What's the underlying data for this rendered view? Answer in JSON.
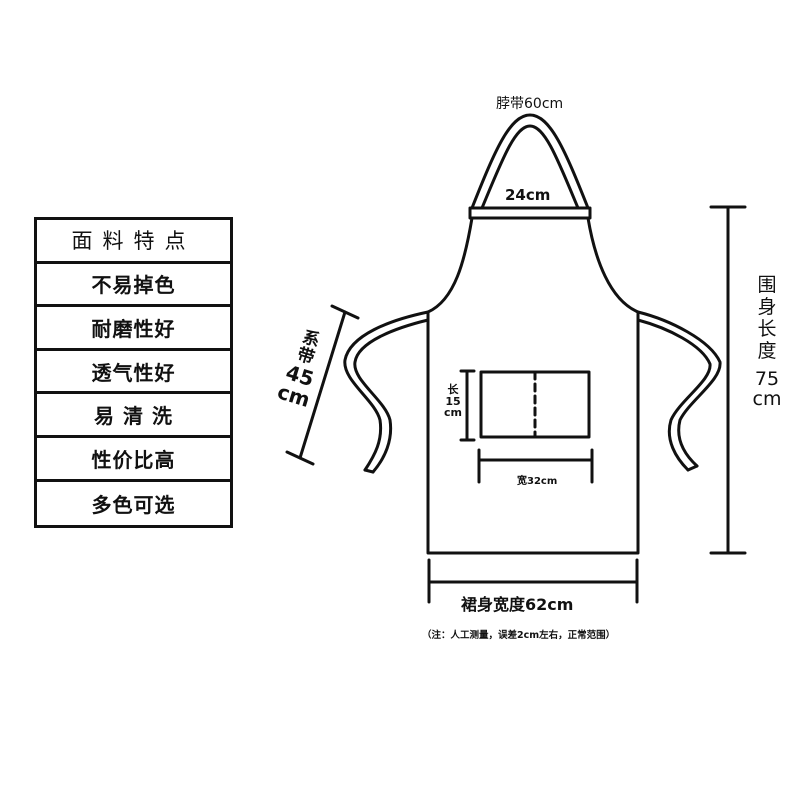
{
  "features_table": {
    "header": "面料特点",
    "items": [
      "不易掉色",
      "耐磨性好",
      "透气性好",
      "易 清 洗",
      "性价比高",
      "多色可选"
    ]
  },
  "dimensions": {
    "neck_strap": "脖带60cm",
    "top_width": "24cm",
    "tie_label": "系带",
    "tie_value": "45",
    "tie_unit": "cm",
    "pocket_length_label": "长",
    "pocket_length_value": "15",
    "pocket_length_unit": "cm",
    "pocket_width": "宽32cm",
    "body_length_label": "围身长度",
    "body_length_value": "75",
    "body_length_unit": "cm",
    "body_width": "裙身宽度62cm"
  },
  "note": "（注：人工测量，误差2cm左右，正常范围）",
  "colors": {
    "line": "#111111",
    "background": "#ffffff"
  }
}
